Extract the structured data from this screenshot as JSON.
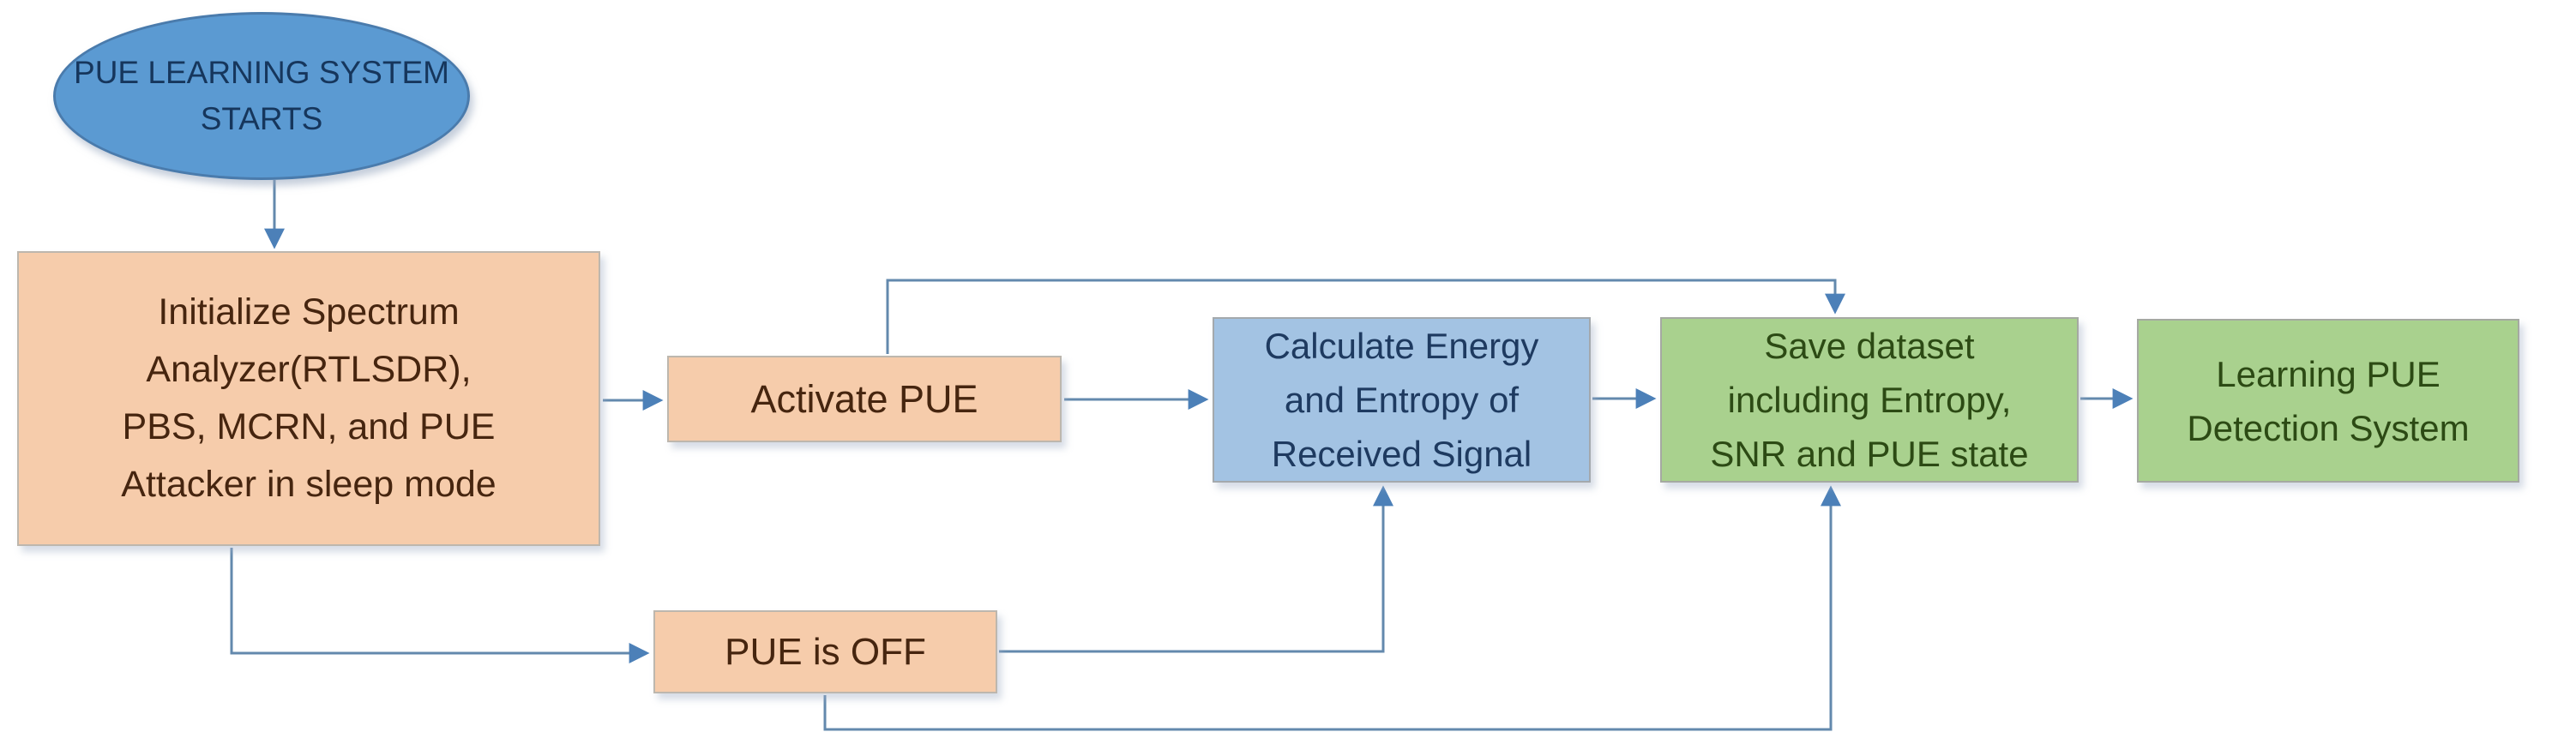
{
  "diagram": {
    "type": "flowchart",
    "nodes": {
      "start": {
        "shape": "ellipse",
        "label": "PUE LEARNING SYSTEM\nSTARTS",
        "fill": "#5b9ad2",
        "text_color": "#16365c"
      },
      "init": {
        "shape": "rect",
        "label": "Initialize Spectrum\nAnalyzer(RTLSDR),\nPBS, MCRN, and PUE\nAttacker in sleep mode",
        "fill": "#f6ccab",
        "text_color": "#46250f"
      },
      "activate": {
        "shape": "rect",
        "label": "Activate PUE",
        "fill": "#f6ccab",
        "text_color": "#46250f"
      },
      "calc": {
        "shape": "rect",
        "label": "Calculate Energy\nand Entropy of\nReceived Signal",
        "fill": "#a3c3e3",
        "text_color": "#1e3a60"
      },
      "save": {
        "shape": "rect",
        "label": "Save dataset\nincluding Entropy,\nSNR and PUE state",
        "fill": "#a9d18e",
        "text_color": "#2c4a14"
      },
      "learn": {
        "shape": "rect",
        "label": "Learning PUE\nDetection System",
        "fill": "#a9d18e",
        "text_color": "#2c4a14"
      },
      "pue_off": {
        "shape": "rect",
        "label": "PUE is OFF",
        "fill": "#f6ccab",
        "text_color": "#46250f"
      }
    },
    "edges": [
      {
        "from": "start",
        "to": "init"
      },
      {
        "from": "init",
        "to": "activate"
      },
      {
        "from": "activate",
        "to": "calc"
      },
      {
        "from": "activate",
        "to": "save"
      },
      {
        "from": "calc",
        "to": "save"
      },
      {
        "from": "save",
        "to": "learn"
      },
      {
        "from": "init",
        "to": "pue_off"
      },
      {
        "from": "pue_off",
        "to": "calc"
      },
      {
        "from": "pue_off",
        "to": "save"
      }
    ],
    "connector_color": "#6389ad",
    "arrowhead_color": "#4c80b8",
    "background_color": "#ffffff"
  }
}
